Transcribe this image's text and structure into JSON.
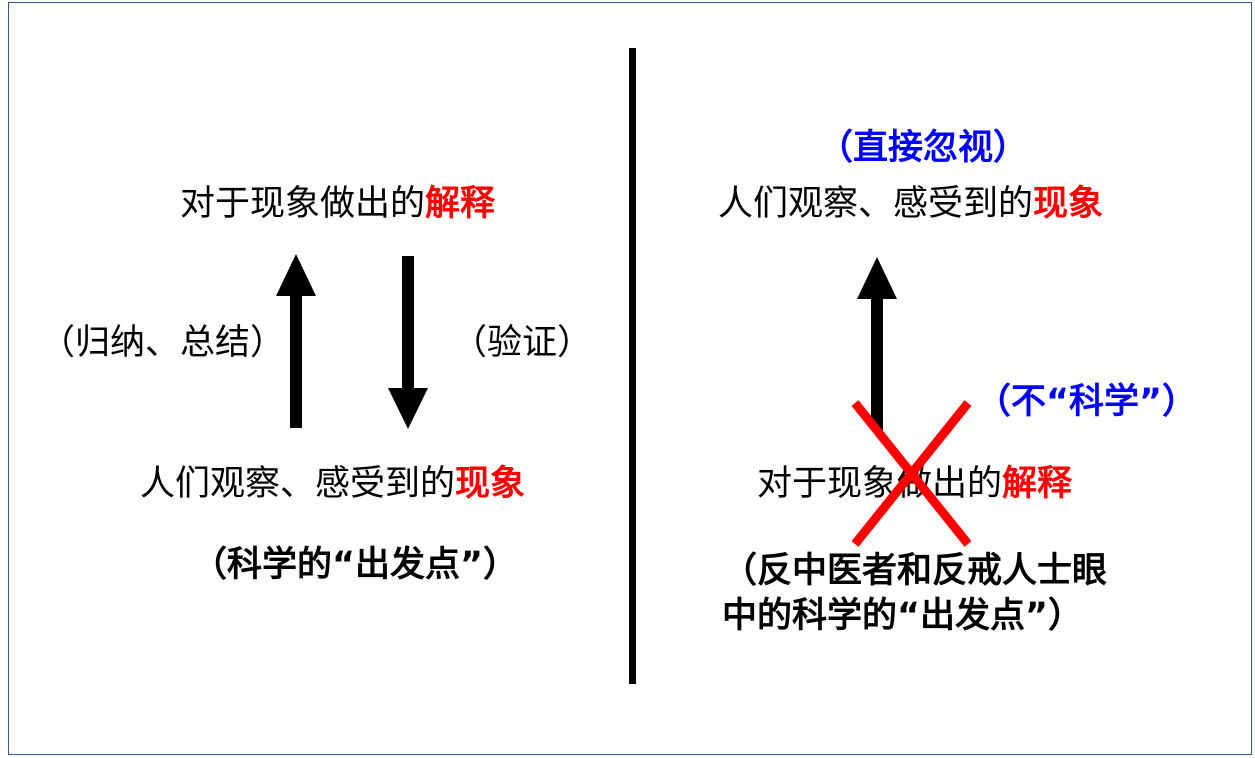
{
  "left": {
    "top_text": "对于现象做出的",
    "top_highlight": "解释",
    "left_label": "（归纳、总结）",
    "right_label": "（验证）",
    "bottom_text": "人们观察、感受到的",
    "bottom_highlight": "现象",
    "caption": "（科学的“出发点”）"
  },
  "right": {
    "ignore_label": "（直接忽视）",
    "top_text": "人们观察、感受到的",
    "top_highlight": "现象",
    "not_science_label": "（不“科学”）",
    "bottom_text": "对于现象做出的",
    "bottom_highlight": "解释",
    "caption_line1": "（反中医者和反戒人士眼",
    "caption_line2": "中的科学的“出发点”）"
  },
  "colors": {
    "highlight": "#ff0000",
    "note": "#0000ff",
    "cross": "#ff0000"
  }
}
